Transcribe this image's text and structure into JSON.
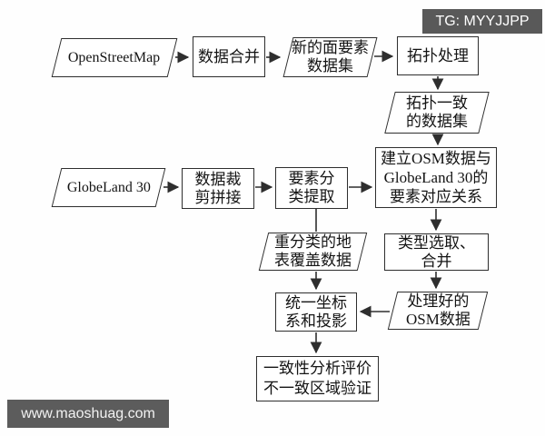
{
  "badge": {
    "label": "TG: MYYJJPP",
    "bg": "#595959",
    "fg": "#ffffff"
  },
  "watermark": {
    "label": "www.maoshuag.com",
    "bg": "#5c5c5c",
    "fg": "#f2f2f2"
  },
  "colors": {
    "line": "#2e2e2e",
    "node_border": "#2e2e2e",
    "node_bg": "#ffffff",
    "canvas": "#fefefe"
  },
  "nodes": {
    "osm": {
      "shape": "parallelogram",
      "lines": [
        "OpenStreetMap"
      ]
    },
    "merge": {
      "shape": "rect",
      "lines": [
        "数据合并"
      ]
    },
    "newpoly": {
      "shape": "parallelogram",
      "lines": [
        "新的面要素",
        "数据集"
      ]
    },
    "topo": {
      "shape": "rect",
      "lines": [
        "拓扑处理"
      ]
    },
    "topods": {
      "shape": "parallelogram",
      "lines": [
        "拓扑一致",
        "的数据集"
      ]
    },
    "mapping": {
      "shape": "rect",
      "lines": [
        "建立OSM数据与",
        "GlobeLand 30的",
        "要素对应关系"
      ]
    },
    "globeland": {
      "shape": "parallelogram",
      "lines": [
        "GlobeLand 30"
      ]
    },
    "clip": {
      "shape": "rect",
      "lines": [
        "数据裁",
        "剪拼接"
      ]
    },
    "extract": {
      "shape": "rect",
      "lines": [
        "要素分",
        "类提取"
      ]
    },
    "reclass": {
      "shape": "parallelogram",
      "lines": [
        "重分类的地",
        "表覆盖数据"
      ]
    },
    "typesel": {
      "shape": "rect",
      "lines": [
        "类型选取、",
        "合并"
      ]
    },
    "osmready": {
      "shape": "parallelogram",
      "lines": [
        "处理好的",
        "OSM数据"
      ]
    },
    "unify": {
      "shape": "rect",
      "lines": [
        "统一坐标",
        "系和投影"
      ]
    },
    "final": {
      "shape": "rect",
      "lines": [
        "一致性分析评价",
        "不一致区域验证"
      ]
    }
  }
}
